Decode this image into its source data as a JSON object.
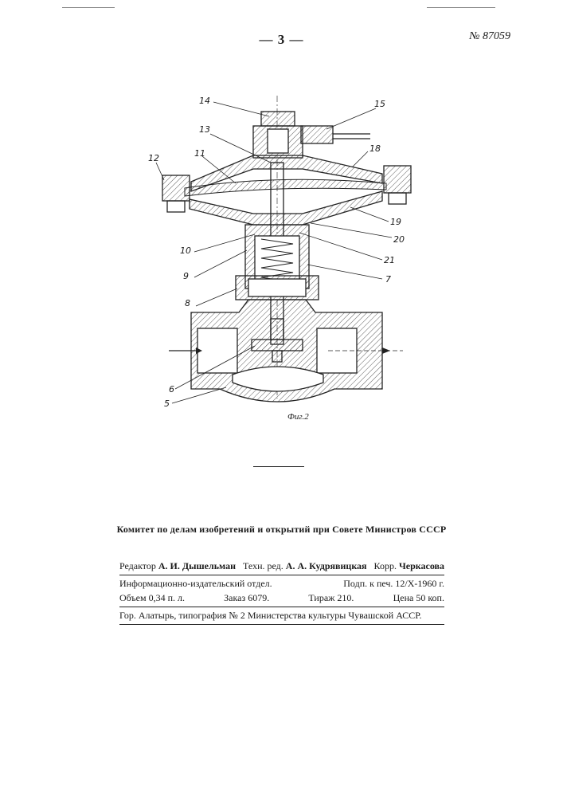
{
  "header": {
    "page_number": "— 3 —",
    "patent_number": "№ 87059"
  },
  "figure": {
    "caption": "Фиг.2",
    "part_labels": [
      "14",
      "15",
      "13",
      "18",
      "11",
      "12",
      "19",
      "20",
      "10",
      "21",
      "9",
      "7",
      "8",
      "6",
      "5"
    ]
  },
  "footer": {
    "committee": "Комитет по делам изобретений и открытий при Совете Министров СССР",
    "editor_label": "Редактор",
    "editor_name": "А. И. Дышельман",
    "tech_label": "Техн. ред.",
    "tech_name": "А. А. Кудрявицкая",
    "corr_label": "Корр.",
    "corr_name": "Черкасова",
    "department": "Информационно-издательский отдел.",
    "signed": "Подп. к печ. 12/X-1960 г.",
    "volume": "Объем 0,34 п. л.",
    "order": "Заказ 6079.",
    "circulation": "Тираж 210.",
    "price": "Цена 50 коп.",
    "printer": "Гор. Алатырь, типография № 2 Министерства культуры Чувашской АССР."
  },
  "colors": {
    "ink": "#1a1a1a",
    "paper": "#ffffff"
  }
}
